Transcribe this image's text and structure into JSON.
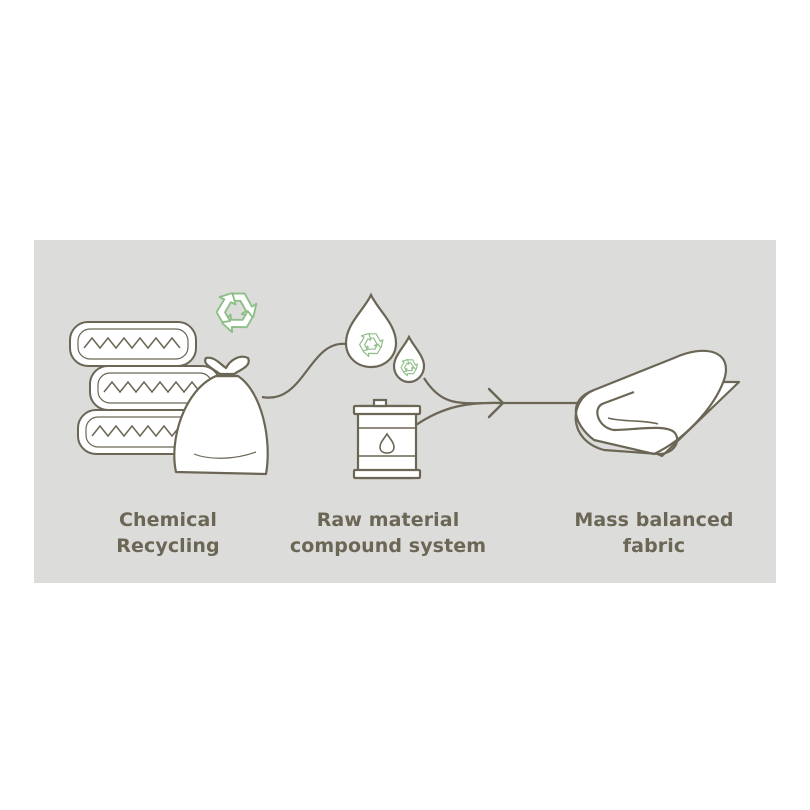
{
  "steps": [
    {
      "line1": "Chemical",
      "line2": "Recycling"
    },
    {
      "line1": "Raw material",
      "line2": "compound system"
    },
    {
      "line1": "Mass balanced",
      "line2": "fabric"
    }
  ],
  "colors": {
    "panel": "#dcdcda",
    "outline": "#6b6655",
    "text": "#6b6655",
    "recycle_green": "#8fbf88",
    "fill": "#ffffff"
  },
  "icons": [
    "tires-icon",
    "waste-bag-icon",
    "recycle-icon",
    "droplet-recycle-icon",
    "oil-barrel-icon",
    "arrow-icon",
    "rolled-fabric-icon"
  ]
}
